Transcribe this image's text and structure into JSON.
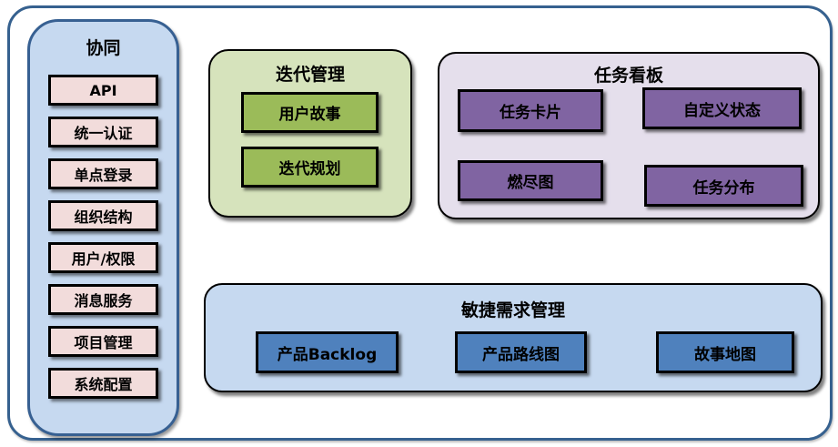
{
  "sidebar": {
    "title": "协同",
    "items": [
      "API",
      "统一认证",
      "单点登录",
      "组织结构",
      "用户/权限",
      "消息服务",
      "项目管理",
      "系统配置"
    ]
  },
  "groups": {
    "iteration": {
      "title": "迭代管理",
      "items": [
        "用户故事",
        "迭代规划"
      ]
    },
    "kanban": {
      "title": "任务看板",
      "items": [
        "任务卡片",
        "自定义状态",
        "燃尽图",
        "任务分布"
      ]
    },
    "agile": {
      "title": "敏捷需求管理",
      "items": [
        "产品Backlog",
        "产品路线图",
        "故事地图"
      ]
    }
  },
  "colors": {
    "frame_border": "#36618F",
    "sidebar_fill": "#C6D9F0",
    "sidebar_border": "#376092",
    "sidebar_item_fill": "#F2DCDB",
    "iteration_fill": "#D6E3BC",
    "iteration_item_fill": "#9BBB59",
    "kanban_fill": "#E5DFEC",
    "kanban_item_fill": "#8064A2",
    "agile_fill": "#C6D9F0",
    "agile_item_fill": "#4F81BD",
    "item_border": "#000000",
    "text": "#000000"
  }
}
